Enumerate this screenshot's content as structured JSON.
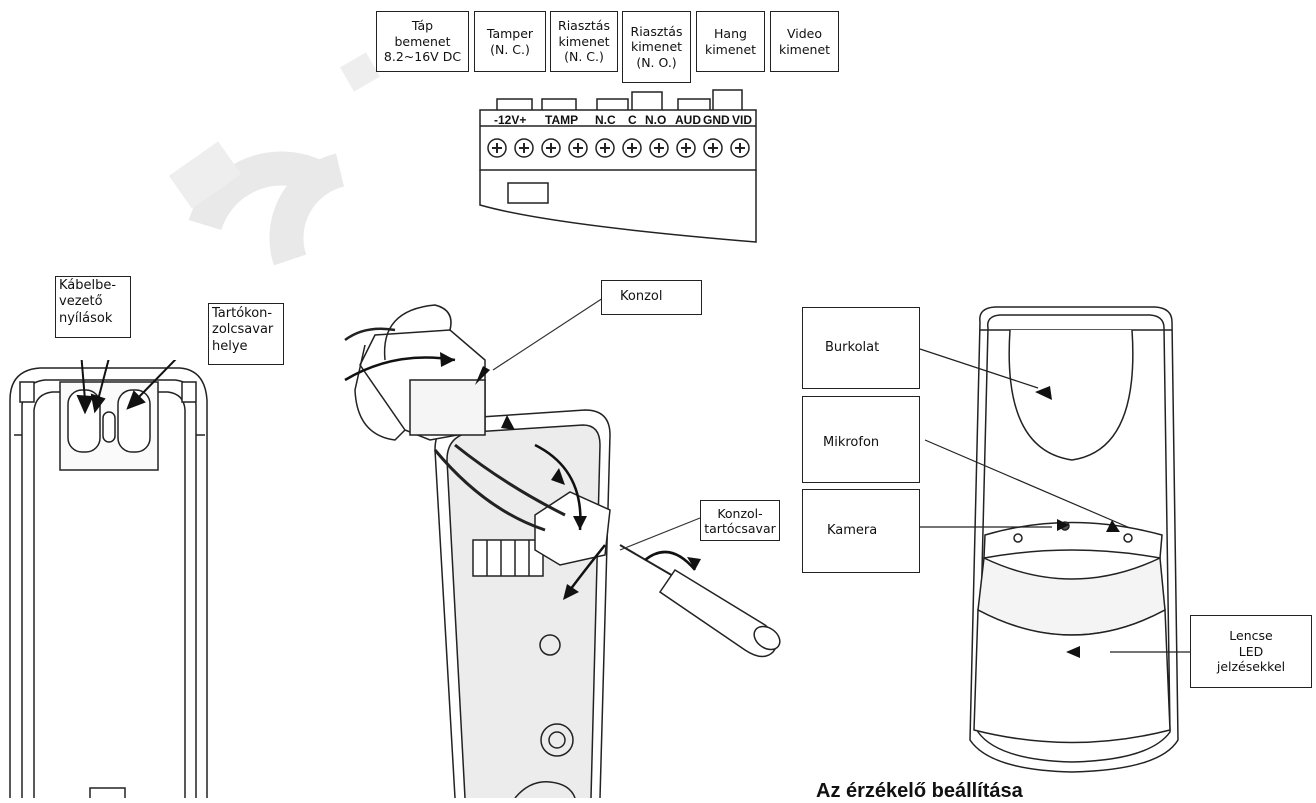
{
  "terminal_block": {
    "boxes": [
      "Táp\nbemenet\n8.2~16V DC",
      "Tamper\n(N. C.)",
      "Riasztás\nkimenet\n(N. C.)",
      "Riasztás\nkimenet\n(N. O.)",
      "Hang\nkimenet",
      "Video\nkimenet"
    ],
    "terminals": [
      "-12V+",
      "TAMP",
      "N.C",
      "C",
      "N.O",
      "AUD",
      "GND",
      "VID"
    ]
  },
  "back_view": {
    "cable_holes_label": "Kábelbe-\nvezető\nnyílások",
    "bracket_screw_label": "Tartókon-\nzolcsavar\nhelye"
  },
  "mount_view": {
    "bracket_label": "Konzol",
    "bracket_screw_label": "Konzol-\ntartócsavar"
  },
  "front_view": {
    "cover_label": "Burkolat",
    "mic_label": "Mikrofon",
    "camera_label": "Kamera",
    "lens_label": "Lencse\nLED\njelzésekkel"
  },
  "section_heading": "Az érzékelő beállítása",
  "colors": {
    "line": "#222222",
    "fill_light": "#f2f2f2",
    "fill_gray": "#d9d9d9",
    "watermark": "#e8e8e8"
  }
}
